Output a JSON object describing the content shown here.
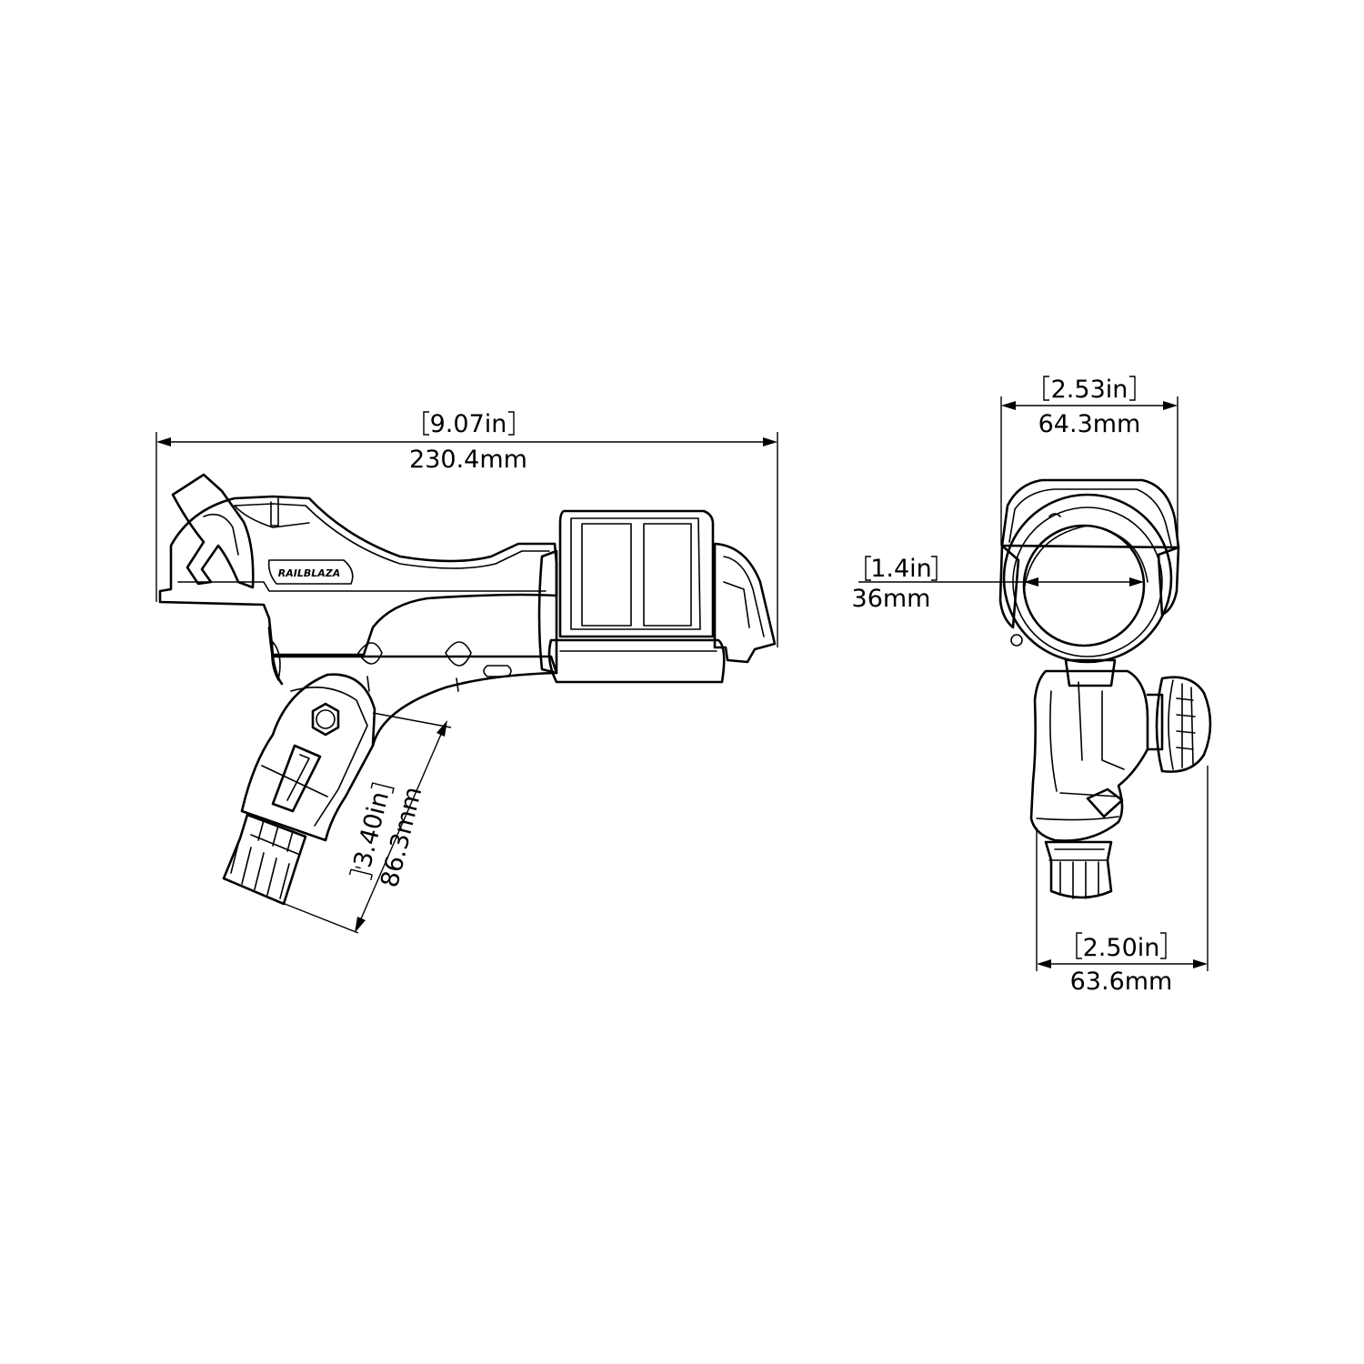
{
  "dimensions": {
    "overall_length": {
      "imperial": "9.07in",
      "metric": "230.4mm"
    },
    "mount_height": {
      "imperial": "3.40in",
      "metric": "86.3mm"
    },
    "top_width": {
      "imperial": "2.53in",
      "metric": "64.3mm"
    },
    "bore_diameter": {
      "imperial": "1.4in",
      "metric": "36mm"
    },
    "base_width": {
      "imperial": "2.50in",
      "metric": "63.6mm"
    }
  },
  "views": {
    "side": {
      "logo_text": "RAILBLAZA"
    },
    "end": {}
  }
}
